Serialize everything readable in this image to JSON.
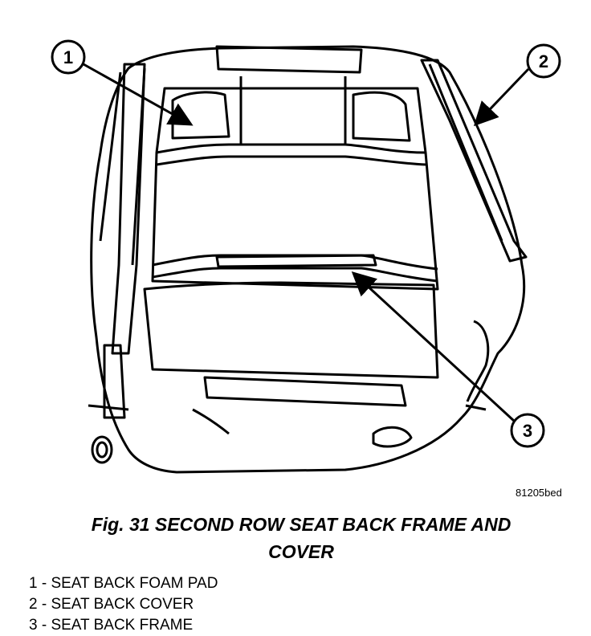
{
  "callouts": [
    {
      "number": "1"
    },
    {
      "number": "2"
    },
    {
      "number": "3"
    }
  ],
  "figure_code": "81205bed",
  "caption": {
    "line1": "Fig. 31 SECOND ROW SEAT BACK FRAME AND",
    "line2": "COVER"
  },
  "legend": [
    "1 - SEAT BACK FOAM PAD",
    "2 - SEAT BACK COVER",
    "3 - SEAT BACK FRAME"
  ]
}
